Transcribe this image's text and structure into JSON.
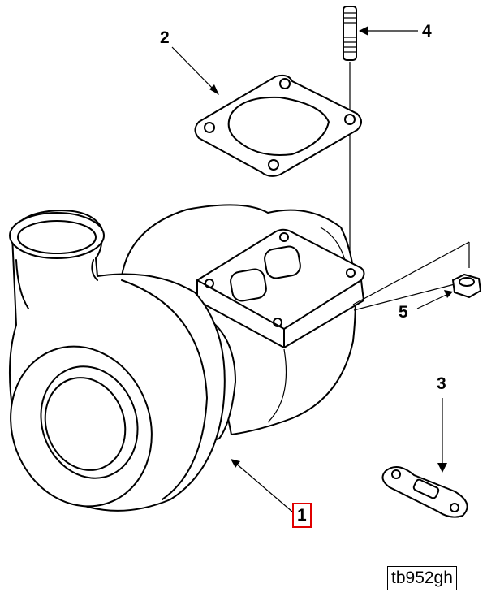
{
  "diagram": {
    "callouts": [
      {
        "number": "1",
        "part": "turbocharger",
        "selected": true
      },
      {
        "number": "2",
        "part": "exhaust-manifold-gasket"
      },
      {
        "number": "3",
        "part": "oil-drain-gasket"
      },
      {
        "number": "4",
        "part": "mounting-stud"
      },
      {
        "number": "5",
        "part": "flange-nut"
      }
    ],
    "figure_id": "tb952gh",
    "highlight_color": "#e00000"
  }
}
